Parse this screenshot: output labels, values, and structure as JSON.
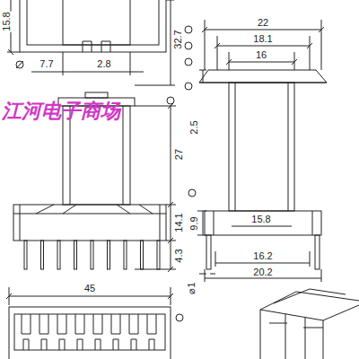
{
  "diagram": {
    "labels": [
      "15.8",
      "32.7",
      "7.7",
      "2.8",
      "27",
      "14.1",
      "4.3",
      "45",
      "22",
      "18.1",
      "16",
      "2.5",
      "9.9",
      "15.8",
      "16.2",
      "20.2",
      "⌀1",
      "江河电子商场"
    ]
  }
}
